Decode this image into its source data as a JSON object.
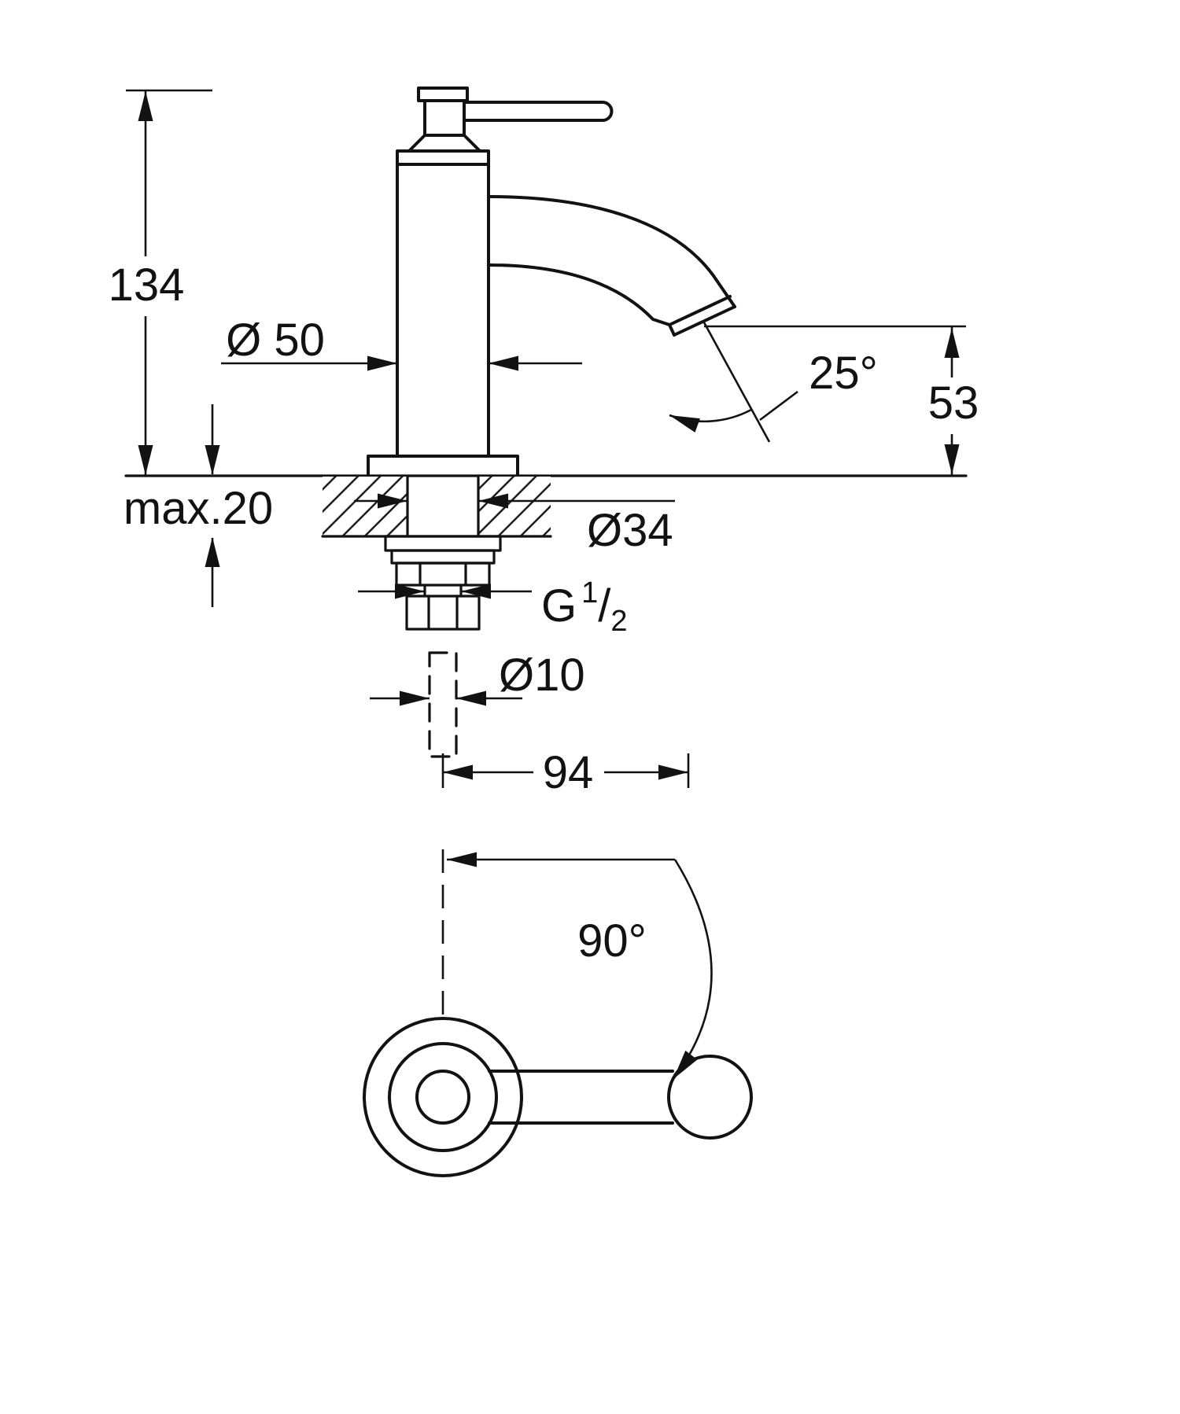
{
  "colors": {
    "background": "#ffffff",
    "lines": "#121212"
  },
  "drawing": {
    "type": "technical-dimension-drawing",
    "subject": "single-lever pillar tap, side view and top view"
  },
  "dimensions": {
    "total_height": "134",
    "body_diameter": "Ø 50",
    "deck_thickness": "max.20",
    "hole_diameter": "Ø34",
    "thread": {
      "letter": "G",
      "numerator": "1",
      "slash": "/",
      "denominator": "2"
    },
    "supply_diameter": "Ø10",
    "spout_reach": "94",
    "spout_angle": "25°",
    "spout_outlet_height": "53",
    "handle_swing_angle": "90°"
  }
}
